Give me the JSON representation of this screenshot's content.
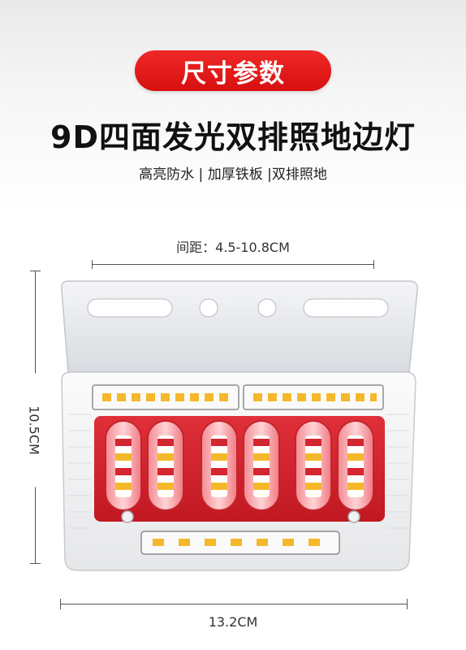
{
  "header": {
    "badge": "尺寸参数",
    "title": "9D四面发光双排照地边灯",
    "subtitle": "高亮防水 | 加厚铁板 |双排照地"
  },
  "dimensions": {
    "spacing": "间距：4.5-10.8CM",
    "height": "10.5CM",
    "width": "13.2CM"
  },
  "colors": {
    "badge_red": "#e31b1b",
    "lamp_red": "#d8212b",
    "led_amber": "#f5b82a",
    "plate_silver": "#e4e6ea"
  }
}
